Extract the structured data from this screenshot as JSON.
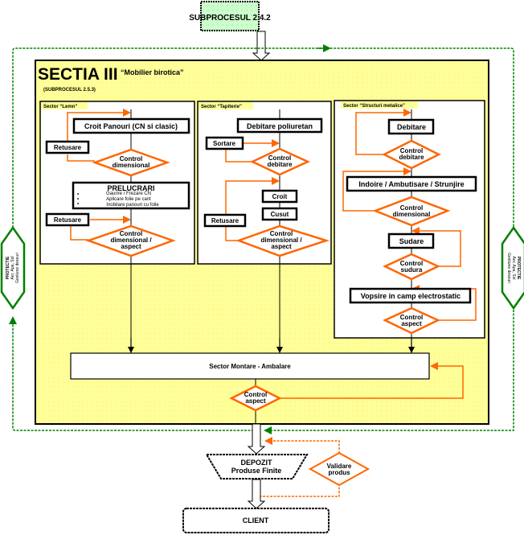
{
  "header": {
    "top_process": "SUBPROCESUL 2.4.2"
  },
  "section": {
    "title": "SECTIA III",
    "subtitle": "“Mobilier birotica”",
    "subprocess": "(SUBPROCESUL 2.5.3)"
  },
  "sectors": {
    "lemn": {
      "label": "Sector “Lemn”",
      "step1": "Croit Panouri (CN si clasic)",
      "retouch1": "Retusare",
      "control1": [
        "Control",
        "dimensional"
      ],
      "processing_title": "PRELUCRARI",
      "processing_items": [
        "Gaurire / Frezare CN",
        "Aplicare folie pe cant",
        "Inobilare panouri cu folie"
      ],
      "retouch2": "Retusare",
      "control2": [
        "Control",
        "dimensional /",
        "aspect"
      ]
    },
    "tapiterie": {
      "label": "Sector “Tapiterie”",
      "step1": "Debitare poliuretan",
      "sort": "Sortare",
      "control1": [
        "Control",
        "debitare"
      ],
      "step2": "Croit",
      "step3": "Cusut",
      "retouch": "Retusare",
      "control2": [
        "Control",
        "dimensional /",
        "aspect"
      ]
    },
    "metal": {
      "label": "Sector “Structuri metalice”",
      "step1": "Debitare",
      "control1": [
        "Control",
        "debitare"
      ],
      "step2": "Indoire / Ambutisare / Strunjire",
      "control2": [
        "Control",
        "dimensional"
      ],
      "step3": "Sudare",
      "control3": [
        "Control",
        "sudura"
      ],
      "step4": "Vopsire in camp electrostatic",
      "control4": [
        "Control",
        "aspect"
      ]
    }
  },
  "assembly": {
    "label": "Sector Montare - Ambalare",
    "control": [
      "Control",
      "aspect"
    ]
  },
  "warehouse": {
    "line1": "DEPOZIT",
    "line2": "Produse Finite"
  },
  "validation": [
    "Validare",
    "produs"
  ],
  "client": "CLIENT",
  "protection_left": [
    "PROTECTIE",
    "Aer, Apa, Sol",
    "Gestiune deseuri"
  ],
  "protection_right": [
    "PROTECTIE",
    "Aer, Apa, Sol",
    "Gestiune deseuri"
  ],
  "colors": {
    "section_bg": "#ffff99",
    "header_bg": "#ccffcc",
    "control_stroke": "#ff6600",
    "loop_green": "#008000"
  }
}
